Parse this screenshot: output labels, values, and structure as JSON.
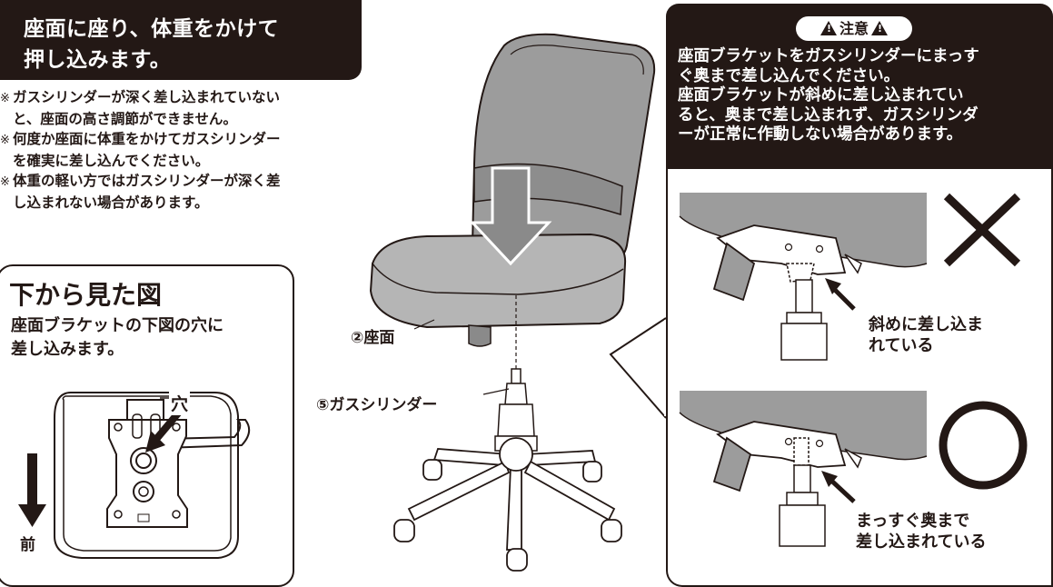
{
  "step": {
    "line1": "座面に座り、体重をかけて",
    "line2": "押し込みます。"
  },
  "notes": [
    {
      "mark": "※",
      "line1": "ガスシリンダーが深く差し込まれていない",
      "line2": "と、座面の高さ調節ができません。"
    },
    {
      "mark": "※",
      "line1": "何度か座面に体重をかけてガスシリンダー",
      "line2": "を確実に差し込んでください。"
    },
    {
      "mark": "※",
      "line1": "体重の軽い方ではガスシリンダーが深く差",
      "line2": "し込まれない場合があります。"
    }
  ],
  "bottom_view": {
    "title": "下から見た図",
    "desc_line1": "座面ブラケットの下図の穴に",
    "desc_line2": "差し込みます。",
    "hole_label": "穴",
    "front_label": "前"
  },
  "chair": {
    "seat_label": "②座面",
    "cylinder_label": "⑤ガスシリンダー"
  },
  "caution": {
    "badge": "注意",
    "lines": [
      "座面ブラケットをガスシリンダーにまっす",
      "ぐ奥まで差し込んでください。",
      "座面ブラケットが斜めに差し込まれてい",
      "ると、奥まで差し込まれず、ガスシリンダ",
      "ーが正常に作動しない場合があります。"
    ],
    "wrong_line1": "斜めに差し込ま",
    "wrong_line2": "れている",
    "right_line1": "まっすぐ奥まで",
    "right_line2": "差し込まれている"
  },
  "colors": {
    "ink": "#231815",
    "seat_gray": "#9c9c9c",
    "cushion_gray": "#b5b5b5",
    "arrow_gray": "#8a8a8a"
  },
  "icons": [
    "warning-icon",
    "wrong-mark-icon",
    "correct-mark-icon",
    "down-arrow-icon"
  ]
}
